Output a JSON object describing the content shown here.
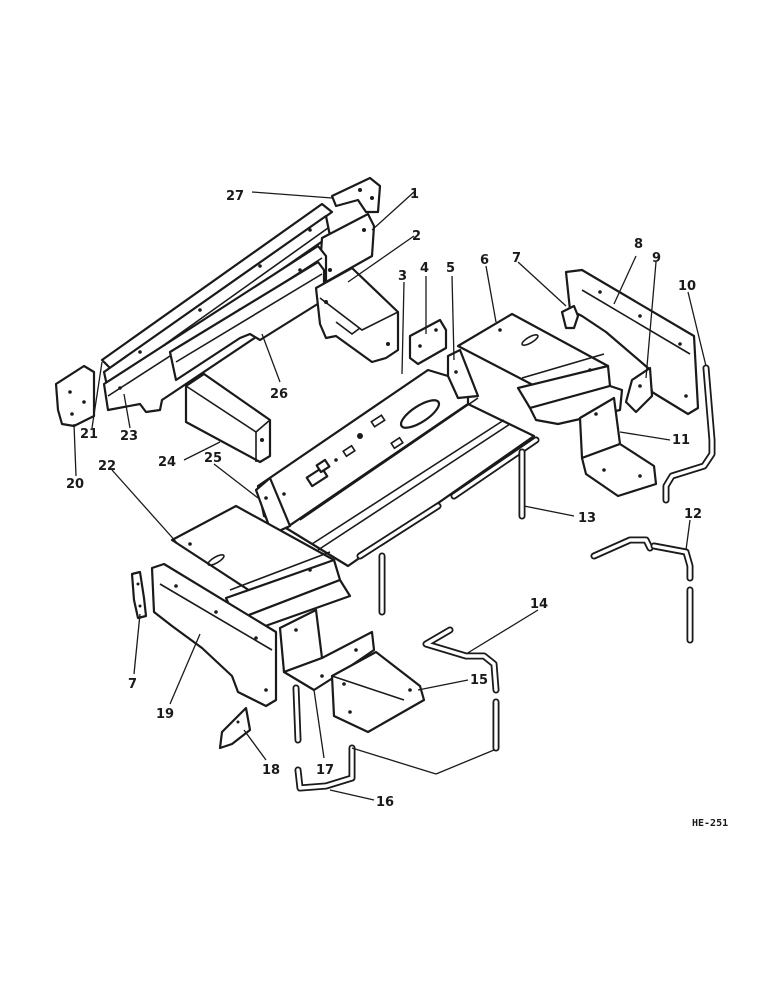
{
  "diagram": {
    "reference_code": "HE-251",
    "callouts": [
      "27",
      "1",
      "2",
      "3",
      "4",
      "5",
      "6",
      "7",
      "8",
      "9",
      "10",
      "21",
      "23",
      "26",
      "20",
      "11",
      "24",
      "22",
      "25",
      "13",
      "12",
      "14",
      "7",
      "19",
      "15",
      "17",
      "18",
      "16"
    ]
  }
}
